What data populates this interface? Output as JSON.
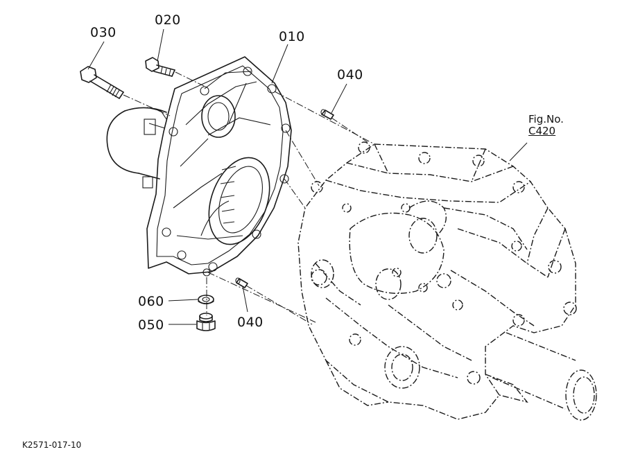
{
  "parts": [
    {
      "id": "p030",
      "number": "030"
    },
    {
      "id": "p020",
      "number": "020"
    },
    {
      "id": "p010",
      "number": "010"
    },
    {
      "id": "p040a",
      "number": "040"
    },
    {
      "id": "p060",
      "number": "060"
    },
    {
      "id": "p050",
      "number": "050"
    },
    {
      "id": "p040b",
      "number": "040"
    }
  ],
  "figure_ref": {
    "line1": "Fig.No.",
    "line2": "C420"
  },
  "drawing_code": "K2571-017-10"
}
